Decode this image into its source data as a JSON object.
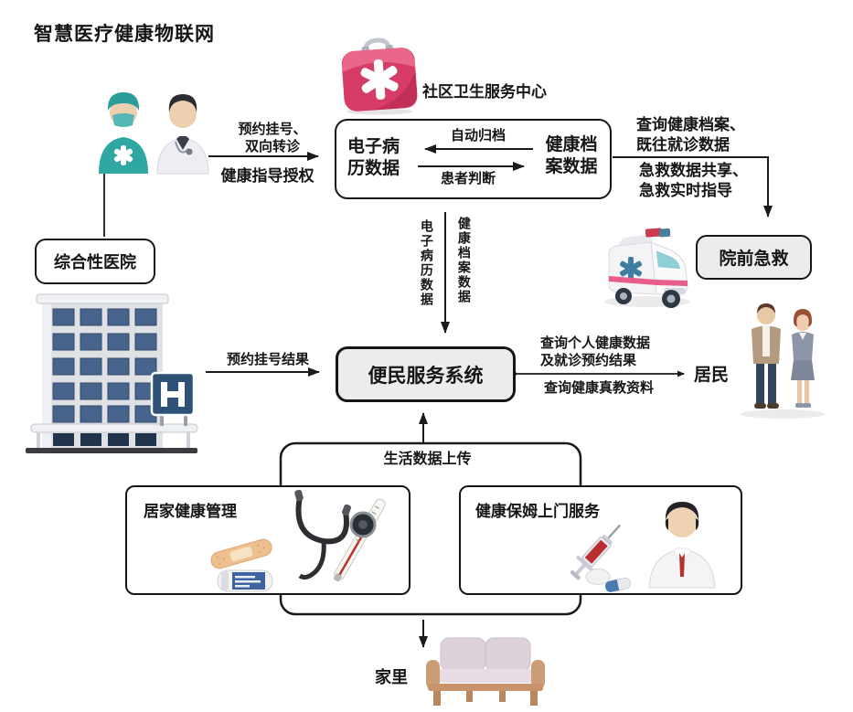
{
  "title": "智慧医疗健康物联网",
  "community_center": {
    "name": "社区卫生服务中心",
    "emr_node": "电子病\n历数据",
    "record_node": "健康档\n案数据",
    "auto_archive": "自动归档",
    "patient_judgement": "患者判断"
  },
  "nodes": {
    "general_hospital": "综合性医院",
    "prehospital_emergency": "院前急救",
    "service_system": "便民服务系统",
    "residents": "居民",
    "home_health": "居家健康管理",
    "nanny_service": "健康保姆上门服务",
    "home": "家里"
  },
  "flows": {
    "appointment_referral": "预约挂号、\n双向转诊",
    "health_guidance": "健康指导授权",
    "query_archive": "查询健康档案、\n既往就诊数据",
    "emergency_share": "急救数据共享、\n急救实时指导",
    "emr_download": "电子病历数据",
    "record_download": "健康档案数据",
    "appointment_result": "预约挂号结果",
    "query_personal": "查询个人健康数据\n及就诊预约结果",
    "query_education": "查询健康真教资料",
    "life_upload": "生活数据上传"
  },
  "icons": {
    "doctors": "surgeon-and-doctor-icon",
    "first_aid_kit": "first-aid-kit-icon",
    "hospital_building": "hospital-building-icon",
    "ambulance": "ambulance-icon",
    "residents_couple": "residents-couple-icon",
    "home_health_tools": "stethoscope-thermometer-icon",
    "medicine": "bandage-medicine-bottle-icon",
    "nanny_tools": "syringe-pills-icon",
    "caregiver": "caregiver-icon",
    "sofa": "sofa-icon"
  },
  "colors": {
    "line": "#1a1a1a",
    "box_gray": "#ececec",
    "first_aid_red": "#d63c66",
    "surgeon_teal": "#2fa8a4",
    "window_blue": "#46648c",
    "stripe_pink": "#e85d8a"
  }
}
